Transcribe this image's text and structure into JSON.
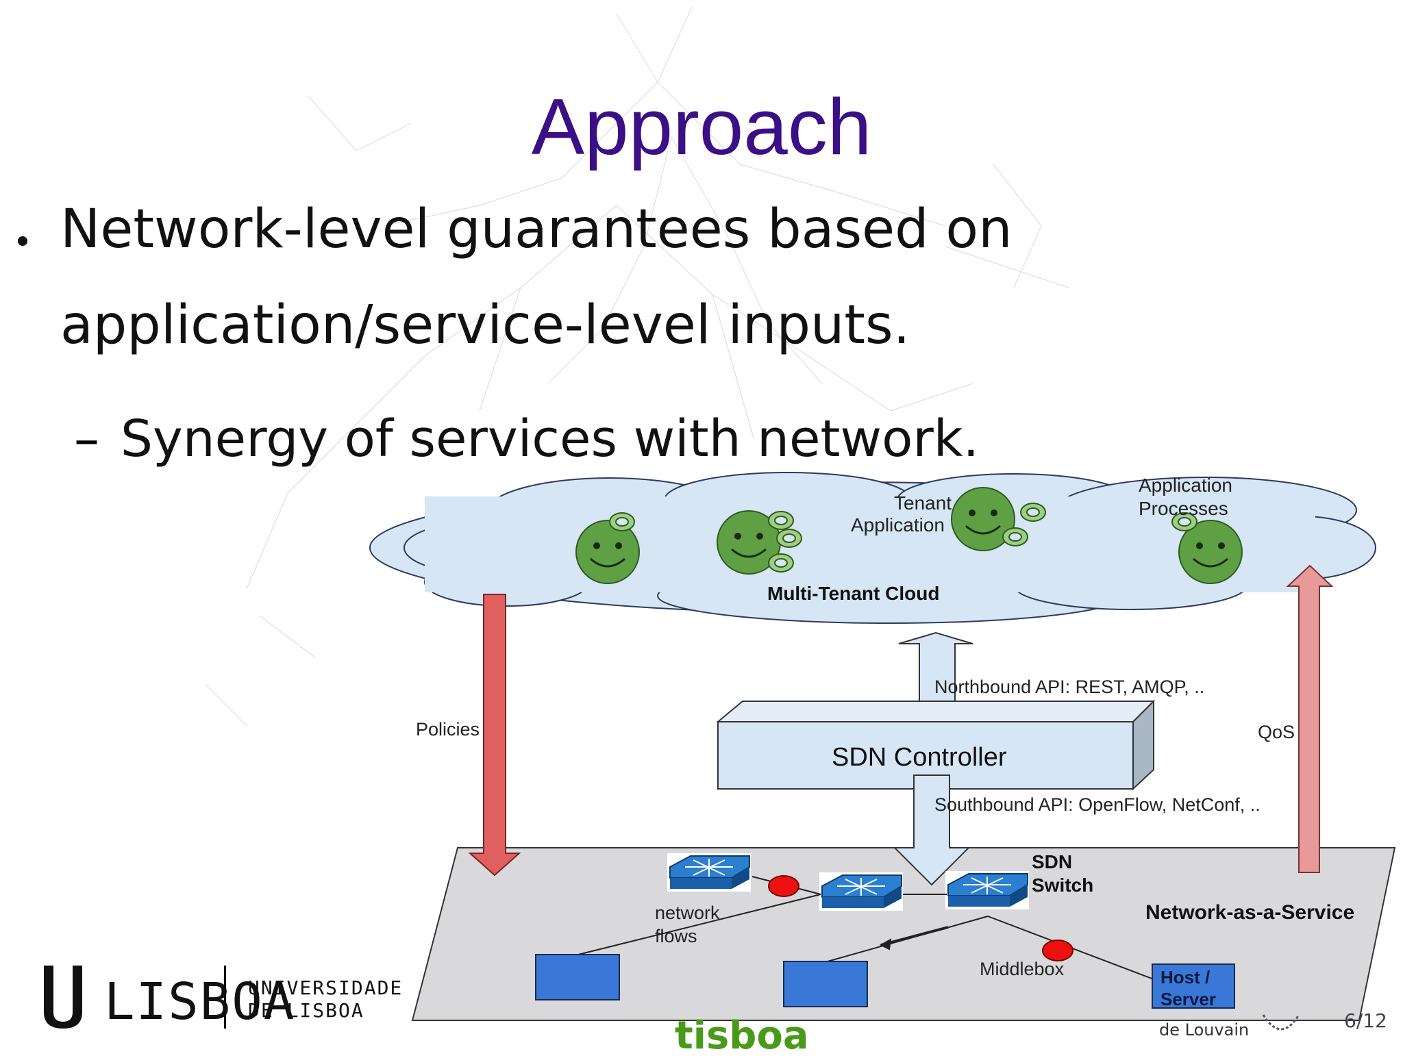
{
  "slide": {
    "title": "Approach",
    "bullet_1": "Network-level guarantees based on",
    "bullet_1_cont": "application/service-level inputs.",
    "sub_bullet_marker": "–",
    "sub_bullet": "Synergy of services with network.",
    "page_number": "6/12"
  },
  "diagram": {
    "cloud_label": "Multi-Tenant Cloud",
    "tenant_app_label_1": "Tenant",
    "tenant_app_label_2": "Application",
    "app_processes_label_1": "Application",
    "app_processes_label_2": "Processes",
    "northbound_label": "Northbound API: REST, AMQP, ..",
    "controller_label": "SDN Controller",
    "southbound_label": "Southbound API: OpenFlow, NetConf, ..",
    "policies_label": "Policies",
    "qos_label": "QoS",
    "switch_label_1": "SDN",
    "switch_label_2": "Switch",
    "naas_label": "Network-as-a-Service",
    "flows_label_1": "network",
    "flows_label_2": "flows",
    "middlebox_label": "Middlebox",
    "host_label_1": "Host /",
    "host_label_2": "Server"
  },
  "footer": {
    "logo_word": "LISBOA",
    "logo_univ_1": "UNIVERSIDADE",
    "logo_univ_2": "DE LISBOA",
    "green_partial": "tisboa",
    "louvain": "de Louvain"
  },
  "colors": {
    "title": "#3b0f86",
    "cloud_fill": "#d6e6f5",
    "policies_arrow": "#e06060",
    "qos_arrow": "#e89a9a",
    "face_green": "#5fa044",
    "switch_blue": "#2a7fd0",
    "host_blue": "#3a78d8",
    "middlebox_red": "#ee1111"
  }
}
